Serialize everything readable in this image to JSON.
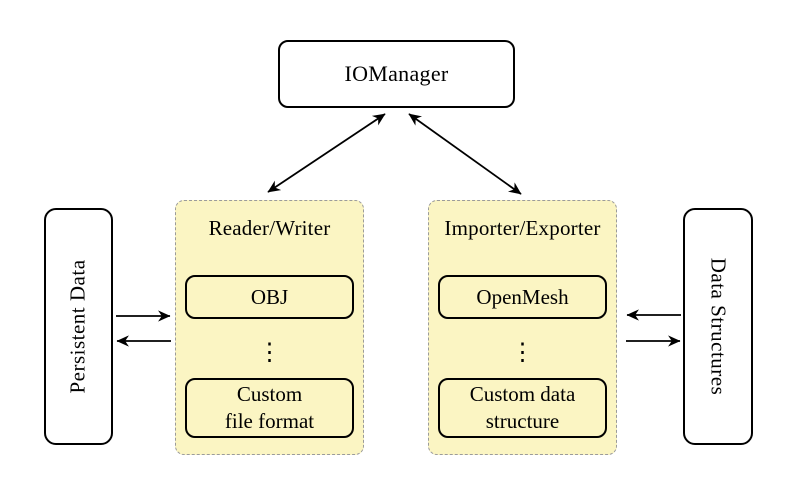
{
  "diagram": {
    "title_box": {
      "label": "IOManager"
    },
    "panels": [
      {
        "title": "Reader/Writer",
        "top_item": "OBJ",
        "ellipsis": "⋮",
        "bottom_item_line1": "Custom",
        "bottom_item_line2": "file format"
      },
      {
        "title": "Importer/Exporter",
        "top_item": "OpenMesh",
        "ellipsis": "⋮",
        "bottom_item_line1": "Custom data",
        "bottom_item_line2": "structure"
      }
    ],
    "side_boxes": {
      "left": "Persistent Data",
      "right": "Data Structures"
    },
    "colors": {
      "panel_fill": "#fbf5c3",
      "panel_border": "#9b9b9b",
      "node_border": "#000000",
      "arrow": "#000000",
      "background": "#ffffff"
    }
  }
}
